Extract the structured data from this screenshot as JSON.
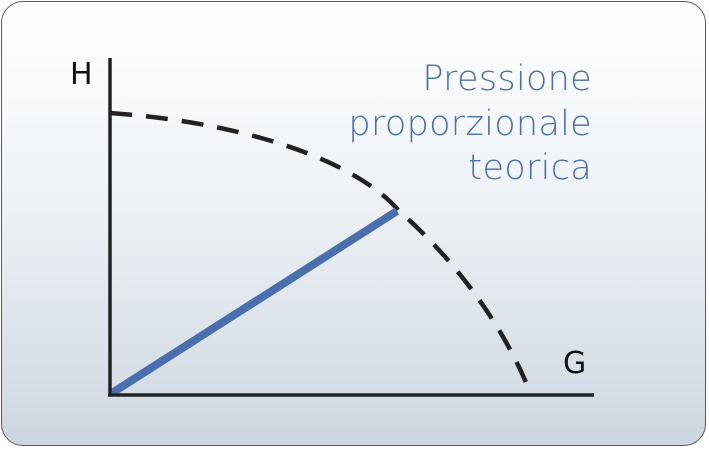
{
  "diagram": {
    "title_lines": [
      "Pressione",
      "proporzionale",
      "teorica"
    ],
    "y_axis_label": "H",
    "x_axis_label": "G",
    "colors": {
      "accent": "#4a6fae",
      "axis": "#222222",
      "curve": "#222222"
    },
    "curves": [
      {
        "name": "pump-curve",
        "style": "dashed"
      },
      {
        "name": "proportional-pressure-line",
        "style": "solid"
      }
    ]
  }
}
